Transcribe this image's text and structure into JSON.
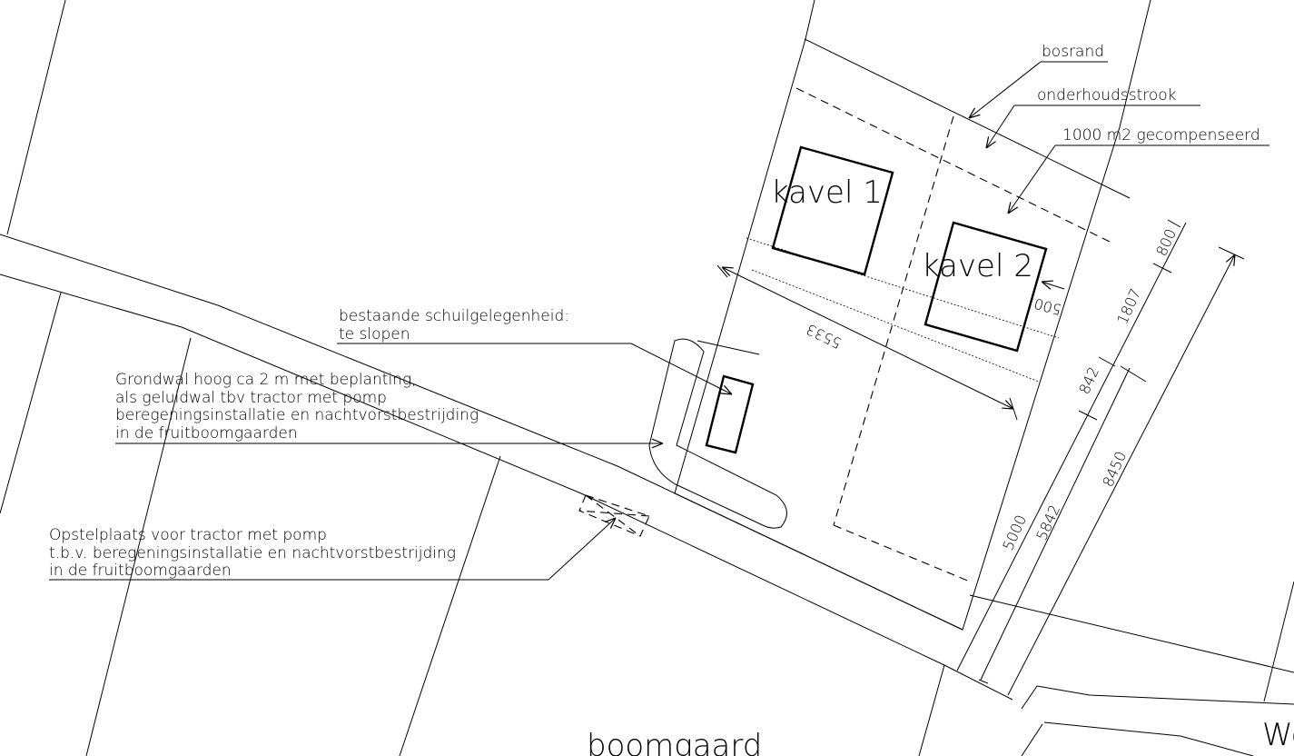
{
  "labels": {
    "bosrand": "bosrand",
    "onderhoudsstrook": "onderhoudsstrook",
    "compensated": "1000 m2 gecompenseerd",
    "kavel1": "kavel 1",
    "kavel2": "kavel 2",
    "shelter_line1": "bestaande schuilgelegenheid:",
    "shelter_line2": "te slopen",
    "wall_line1": "Grondwal hoog ca 2 m met beplanting,",
    "wall_line2": "als geluidwal tbv tractor met pomp",
    "wall_line3": "beregeningsinstallatie en nachtvorstbestrijding",
    "wall_line4": "in de fruitboomgaarden",
    "tractor_line1": "Opstelplaats voor tractor met pomp",
    "tractor_line2": "t.b.v. beregeningsinstallatie en nachtvorstbestrijding",
    "tractor_line3": "in de fruitboomgaarden",
    "boomgaard": "boomgaard",
    "road_partial": "We"
  },
  "dimensions": {
    "d5533": "5533",
    "d500": "500",
    "d800": "800",
    "d1807": "1807",
    "d842": "842",
    "d5000": "5000",
    "d5842": "5842",
    "d8450": "8450"
  }
}
